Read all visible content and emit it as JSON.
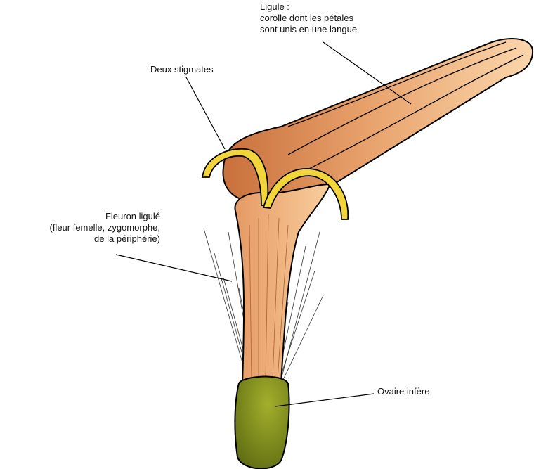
{
  "labels": {
    "ligule": [
      "Ligule :",
      "corolle dont les pétales",
      "sont unis en une langue"
    ],
    "stigmates": "Deux stigmates",
    "fleuron": [
      "Fleuron ligulé",
      "(fleur femelle, zygomorphe,",
      "de la périphérie)"
    ],
    "ovaire": "Ovaire infère"
  },
  "colors": {
    "ligule_dark": "#d27a45",
    "ligule_light": "#f8cfa2",
    "stigma": "#f0d23a",
    "ovary": "#7d8c1f"
  }
}
